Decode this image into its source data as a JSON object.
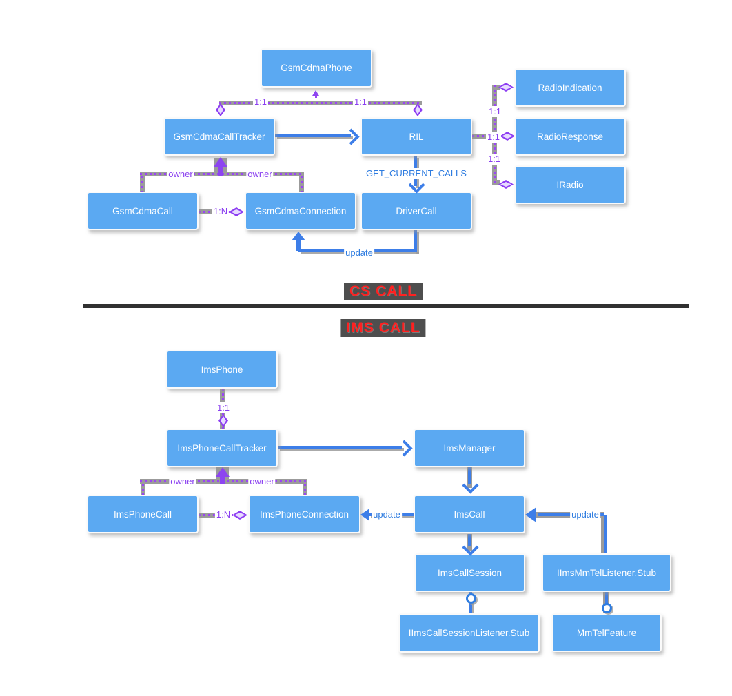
{
  "sections": {
    "cs_title": "CS CALL",
    "ims_title": "IMS CALL"
  },
  "nodes": {
    "gsm_cdma_phone": "GsmCdmaPhone",
    "gsm_cdma_call_tracker": "GsmCdmaCallTracker",
    "ril": "RIL",
    "radio_indication": "RadioIndication",
    "radio_response": "RadioResponse",
    "iradio": "IRadio",
    "gsm_cdma_call": "GsmCdmaCall",
    "gsm_cdma_connection": "GsmCdmaConnection",
    "driver_call": "DriverCall",
    "ims_phone": "ImsPhone",
    "ims_phone_call_tracker": "ImsPhoneCallTracker",
    "ims_manager": "ImsManager",
    "ims_phone_call": "ImsPhoneCall",
    "ims_phone_connection": "ImsPhoneConnection",
    "ims_call": "ImsCall",
    "ims_call_session": "ImsCallSession",
    "iims_mmtel_listener_stub": "IImsMmTelListener.Stub",
    "iims_call_session_listener_stub": "IImsCallSessionListener.Stub",
    "mmtel_feature": "MmTelFeature"
  },
  "labels": {
    "one_to_one": "1:1",
    "one_to_n": "1:N",
    "owner": "owner",
    "update": "update",
    "get_current_calls": "GET_CURRENT_CALLS"
  },
  "colors": {
    "node_fill": "#5BA9F2",
    "node_text": "#FFFFFF",
    "association_purple": "#9B45F5",
    "arrow_blue": "#3D7EE8",
    "label_blue": "#2E7CE0",
    "label_purple": "#8A3FF0",
    "title_red": "#FF2020",
    "title_highlight": "#4E4E4E",
    "divider": "#313131",
    "line_shadow": "#9B9B9B"
  }
}
